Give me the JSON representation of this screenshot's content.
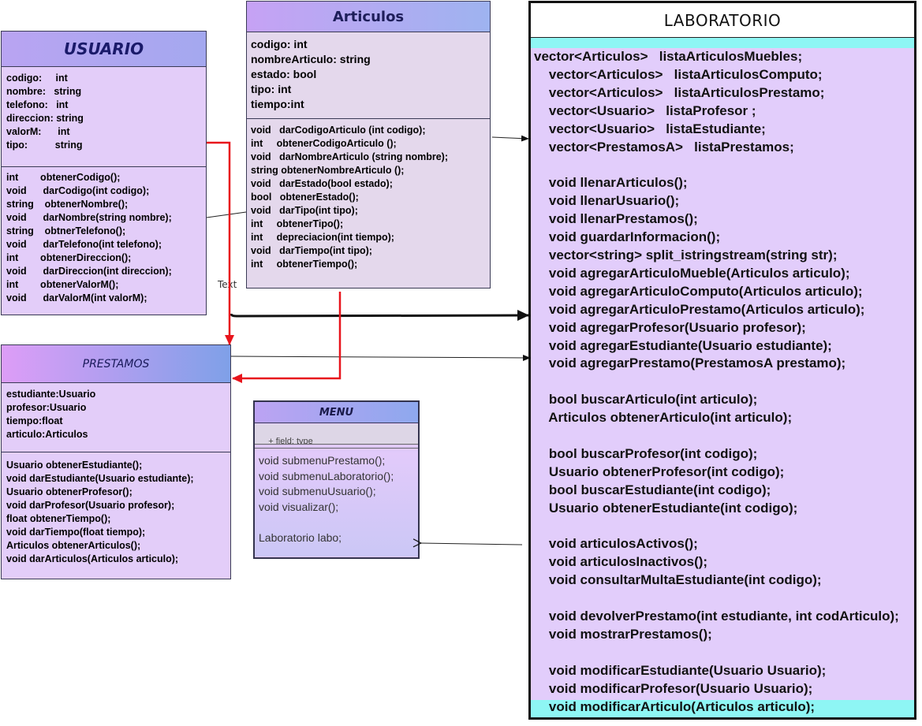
{
  "usuario": {
    "title": "USUARIO",
    "attributes": [
      "codigo:     int",
      "nombre:   string",
      "telefono:   int",
      "direccion: string",
      "valorM:      int",
      "tipo:          string"
    ],
    "methods": [
      "int        obtenerCodigo();",
      "void      darCodigo(int codigo);",
      "string    obtenerNombre();",
      "void      darNombre(string nombre);",
      "string    obtnerTelefono();",
      "void      darTelefono(int telefono);",
      "int        obtenerDireccion();",
      "void      darDireccion(int direccion);",
      "int        obtenerValorM();",
      "void      darValorM(int valorM);"
    ]
  },
  "articulos": {
    "title": "Articulos",
    "attributes": [
      "codigo: int",
      "nombreArticulo: string",
      "estado: bool",
      "tipo: int",
      "tiempo:int"
    ],
    "methods": [
      "void   darCodigoArticulo (int codigo);",
      "int     obtenerCodigoArticulo ();",
      "void   darNombreArticulo (string nombre);",
      "string obtenerNombreArticulo ();",
      "void   darEstado(bool estado);",
      "bool   obtenerEstado();",
      "void   darTipo(int tipo);",
      "int     obtenerTipo();",
      "int     depreciacion(int tiempo);",
      "void   darTiempo(int tipo);",
      "int     obtenerTiempo();"
    ]
  },
  "prestamos": {
    "title": "PRESTAMOS",
    "attributes": [
      "estudiante:Usuario",
      "profesor:Usuario",
      "tiempo:float",
      "articulo:Articulos"
    ],
    "methods": [
      "Usuario obtenerEstudiante();",
      "void darEstudiante(Usuario estudiante);",
      "Usuario obtenerProfesor();",
      "void darProfesor(Usuario profesor);",
      "float obtenerTiempo();",
      "void darTiempo(float tiempo);",
      "Articulos obtenerArticulos();",
      "void darArticulos(Articulos articulo);"
    ]
  },
  "menu": {
    "title": "MENU",
    "field_placeholder": "+ field: type",
    "methods": [
      "void submenuPrestamo();",
      "void submenuLaboratorio();",
      "void submenuUsuario();",
      "void visualizar();",
      "",
      "Laboratorio labo;"
    ]
  },
  "laboratorio": {
    "title": "LABORATORIO",
    "lines": [
      "vector<Articulos>   listaArticulosMuebles;",
      "    vector<Articulos>   listaArticulosComputo;",
      "    vector<Articulos>   listaArticulosPrestamo;",
      "    vector<Usuario>   listaProfesor ;",
      "    vector<Usuario>   listaEstudiante;",
      "    vector<PrestamosA>   listaPrestamos;",
      "",
      "    void llenarArticulos();",
      "    void llenarUsuario();",
      "    void llenarPrestamos();",
      "    void guardarInformacion();",
      "    vector<string> split_istringstream(string str);",
      "    void agregarArticuloMueble(Articulos articulo);",
      "    void agregarArticuloComputo(Articulos articulo);",
      "    void agregarArticuloPrestamo(Articulos articulo);",
      "    void agregarProfesor(Usuario profesor);",
      "    void agregarEstudiante(Usuario estudiante);",
      "    void agregarPrestamo(PrestamosA prestamo);",
      "",
      "    bool buscarArticulo(int articulo);",
      "    Articulos obtenerArticulo(int articulo);",
      "",
      "    bool buscarProfesor(int codigo);",
      "    Usuario obtenerProfesor(int codigo);",
      "    bool buscarEstudiante(int codigo);",
      "    Usuario obtenerEstudiante(int codigo);",
      "",
      "    void articulosActivos();",
      "    void articulosInactivos();",
      "    void consultarMultaEstudiante(int codigo);",
      "",
      "    void devolverPrestamo(int estudiante, int codArticulo);",
      "    void mostrarPrestamos();",
      "",
      "    void modificarEstudiante(Usuario Usuario);",
      "    void modificarProfesor(Usuario Usuario);",
      "    void modificarArticulo(Articulos articulo);"
    ]
  },
  "free_text": "Text",
  "colors": {
    "box_fill": "#e3cdf9",
    "header_gradient_start": "#dd9df7",
    "header_gradient_end": "#7fa0e8",
    "red_arrow": "#e8141c",
    "laboratorio_highlight": "#8ef6f4"
  }
}
